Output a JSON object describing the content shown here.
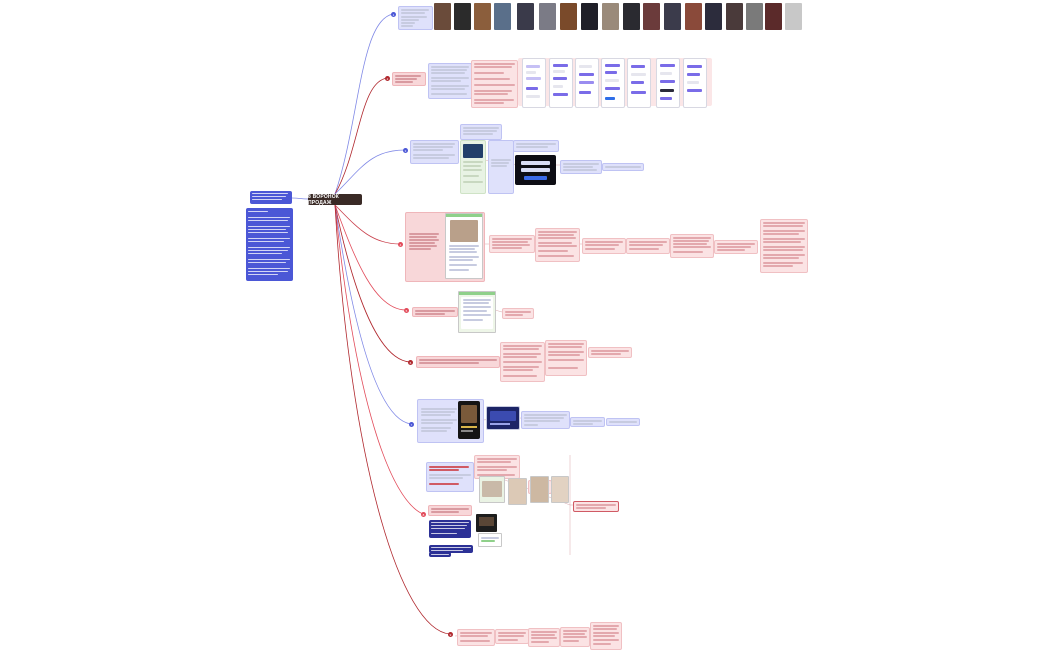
{
  "root": {
    "label": "8 ВОРОНОК ПРОДАЖ"
  },
  "colors": {
    "root": "#3a2a26",
    "branch_blue": "#4b57d6",
    "branch_red": "#b0282e",
    "box_blue": "#dfe1fb",
    "box_pink": "#f8d7d9"
  },
  "branches": [
    {
      "number": "1",
      "color": "blue"
    },
    {
      "number": "2",
      "color": "red"
    },
    {
      "number": "3",
      "color": "blue"
    },
    {
      "number": "4",
      "color": "pink"
    },
    {
      "number": "5",
      "color": "pink"
    },
    {
      "number": "6",
      "color": "red"
    },
    {
      "number": "7",
      "color": "blue"
    },
    {
      "number": "8",
      "color": "pink"
    },
    {
      "number": "9",
      "color": "red"
    }
  ]
}
